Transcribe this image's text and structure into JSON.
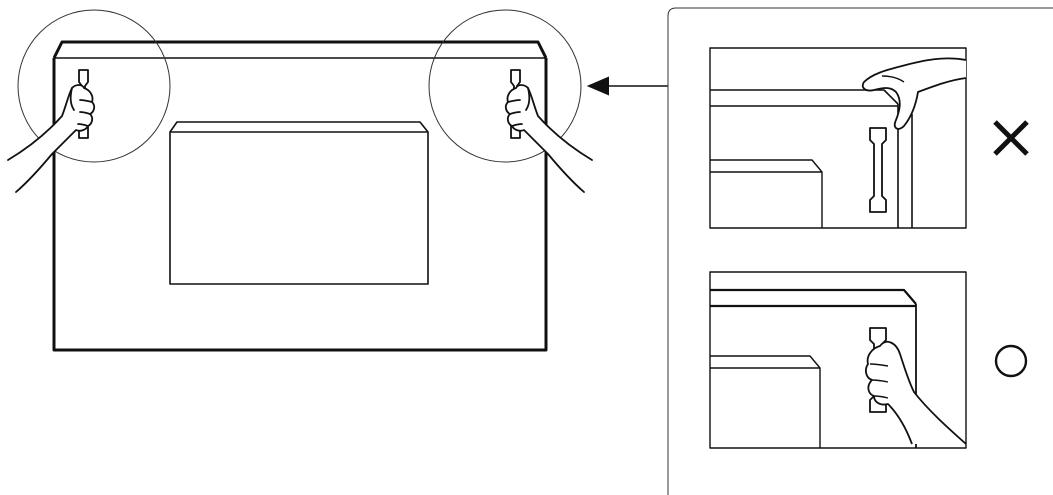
{
  "figure": {
    "type": "tv-handling-illustration",
    "main_view": {
      "subject": "display-rear-view",
      "hold_points": [
        "handle-left",
        "handle-right"
      ],
      "highlight": "magnifier-circles"
    },
    "detail_panel": {
      "items": [
        {
          "id": "wrong",
          "symbol": "✕",
          "icon": "cross-mark-icon",
          "meaning": "incorrect-grip-top-edge"
        },
        {
          "id": "right",
          "symbol": "◯",
          "icon": "circle-mark-icon",
          "meaning": "correct-grip-handle"
        }
      ]
    },
    "colors": {
      "stroke": "#111111",
      "background": "#ffffff",
      "guide": "#333333"
    }
  }
}
